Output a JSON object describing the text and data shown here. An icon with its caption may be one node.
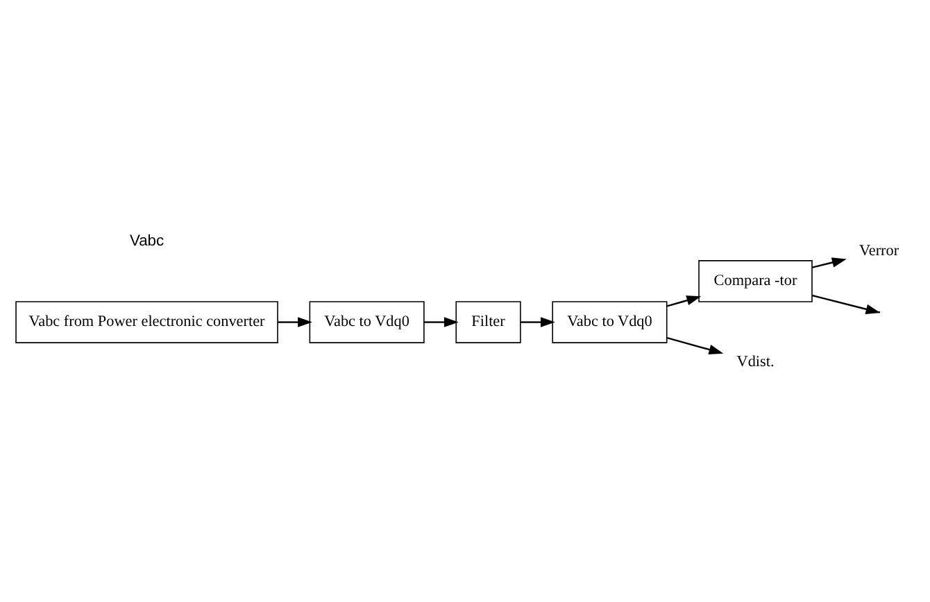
{
  "diagram": {
    "nodes": [
      {
        "text": [
          "Vabc from Power electronic converter"
        ]
      },
      {
        "text": [
          "Vabc to Vdq0"
        ]
      },
      {
        "text": [
          "Filter"
        ]
      },
      {
        "text": [
          "Vabc to Vdq0"
        ]
      },
      {
        "text": [
          "Compara -tor"
        ]
      },
      {
        "text": [
          "Vdist."
        ]
      },
      {
        "text": [
          "Verror"
        ]
      }
    ],
    "edges": [
      {
        "from": 0,
        "to": 1,
        "arrow": "to"
      },
      {
        "from": 1,
        "to": 2,
        "arrow": "to"
      },
      {
        "from": 2,
        "to": 3,
        "arrow": "to"
      },
      {
        "from": 3,
        "to": 4,
        "arrow": "to"
      },
      {
        "from": 3,
        "to": 5,
        "arrow": "to"
      },
      {
        "from": 4,
        "to": null,
        "arrow": "to"
      },
      {
        "from": 4,
        "to": 6,
        "arrow": "to"
      }
    ],
    "labels": [
      "Vabc"
    ]
  }
}
